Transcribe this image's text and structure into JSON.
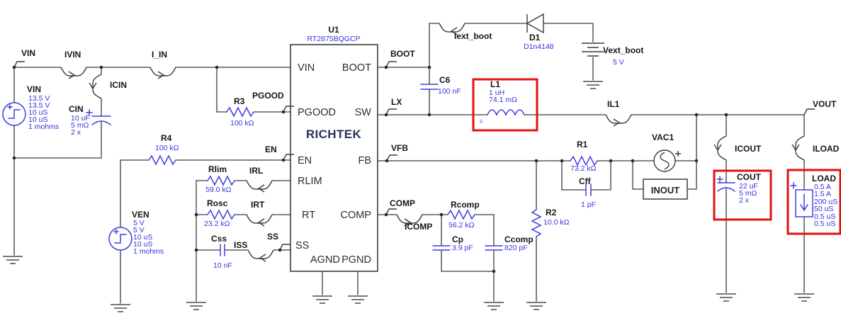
{
  "colors": {
    "wire": "#3c3c3c",
    "component_blue": "#3d3de0",
    "value_blue": "#3434dd",
    "label_black": "#151515",
    "highlight_red": "#e11212",
    "logo_navy": "#25335c",
    "background": "#ffffff"
  },
  "chip": {
    "refdes": "U1",
    "part": "RT2875BQGCP",
    "logo": "RICHTEK",
    "pins": {
      "vin": "VIN",
      "pgood": "PGOOD",
      "en": "EN",
      "rlim": "RLIM",
      "rt": "RT",
      "ss": "SS",
      "agnd": "AGND",
      "pgnd": "PGND",
      "boot": "BOOT",
      "sw": "SW",
      "fb": "FB",
      "comp": "COMP"
    }
  },
  "probes": {
    "vin": "VIN",
    "ivin": "IVIN",
    "icin": "ICIN",
    "i_in": "I_IN",
    "pgood": "PGOOD",
    "en": "EN",
    "irl": "IRL",
    "irt": "IRT",
    "iss": "ISS",
    "ss": "SS",
    "boot": "BOOT",
    "lx": "LX",
    "vfb": "VFB",
    "comp": "COMP",
    "icomp": "ICOMP",
    "iext_boot": "Iext_boot",
    "il1": "IL1",
    "vout": "VOUT",
    "icout": "ICOUT",
    "iload": "ILOAD"
  },
  "sources": {
    "vin": {
      "name": "VIN",
      "v": [
        "13.5 V",
        "13.5 V",
        "10 uS",
        "10 uS",
        "1 mohms"
      ]
    },
    "ven": {
      "name": "VEN",
      "v": [
        "5 V",
        "5 V",
        "10 uS",
        "10 uS",
        "1 mohms"
      ]
    },
    "vext_boot": {
      "name": "Vext_boot",
      "value": "5 V"
    },
    "vac1": {
      "name": "VAC1"
    },
    "load": {
      "name": "LOAD",
      "v": [
        "0.5 A",
        "1.5 A",
        "200 uS",
        "50 uS",
        "0.5 uS",
        "0.5 uS"
      ]
    }
  },
  "passives": {
    "cin": {
      "n": "CIN",
      "v": [
        "10 uF",
        "5 mΩ",
        "2 x"
      ]
    },
    "c6": {
      "n": "C6",
      "v": "100 nF"
    },
    "l1": {
      "n": "L1",
      "v1": "1 uH",
      "v2": "74.1 mΩ",
      "marker": "◊"
    },
    "d1": {
      "n": "D1",
      "model": "D1n4148"
    },
    "r1": {
      "n": "R1",
      "v": "73.2 kΩ"
    },
    "r2": {
      "n": "R2",
      "v": "10.0 kΩ"
    },
    "r3": {
      "n": "R3",
      "v": "100 kΩ"
    },
    "r4": {
      "n": "R4",
      "v": "100 kΩ"
    },
    "rlim": {
      "n": "Rlim",
      "v": "59.0 kΩ"
    },
    "rosc": {
      "n": "Rosc",
      "v": "23.2 kΩ"
    },
    "css": {
      "n": "Css",
      "v": "10 nF"
    },
    "cff": {
      "n": "Cff",
      "v": "1 pF"
    },
    "rcomp": {
      "n": "Rcomp",
      "v": "56.2 kΩ"
    },
    "cp": {
      "n": "Cp",
      "v": "3.9 pF"
    },
    "ccomp": {
      "n": "Ccomp",
      "v": "820 pF"
    },
    "cout": {
      "n": "COUT",
      "v": [
        "22 uF",
        "5 mΩ",
        "2 x"
      ]
    },
    "inout": {
      "label": "INOUT"
    }
  },
  "highlights": [
    "L1",
    "COUT",
    "LOAD"
  ]
}
